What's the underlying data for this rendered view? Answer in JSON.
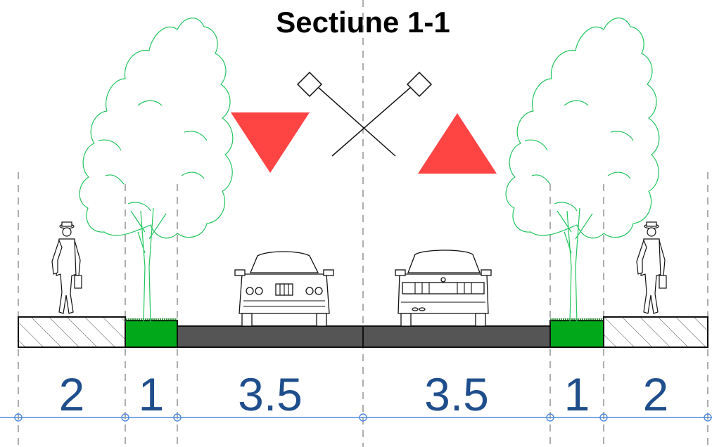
{
  "title": "Sectiune 1-1",
  "dimensions": [
    {
      "label": "2",
      "part": "sidewalk-left"
    },
    {
      "label": "1",
      "part": "green-strip-left"
    },
    {
      "label": "3.5",
      "part": "lane-left"
    },
    {
      "label": "3.5",
      "part": "lane-right"
    },
    {
      "label": "1",
      "part": "green-strip-right"
    },
    {
      "label": "2",
      "part": "sidewalk-right"
    }
  ],
  "colors": {
    "title": "#000000",
    "dimension_text": "#1f4e8c",
    "axis_line": "#4d8ae0",
    "grass": "#00a81a",
    "asphalt": "#555555",
    "tree_outline": "#22c55e",
    "traffic_sign": "#ff4444",
    "guide_line": "#777777"
  },
  "icons": [
    "tree-icon",
    "pedestrian-icon",
    "car-front-icon",
    "car-rear-icon",
    "give-way-sign-icon",
    "warning-sign-icon",
    "railway-crossing-icon"
  ]
}
